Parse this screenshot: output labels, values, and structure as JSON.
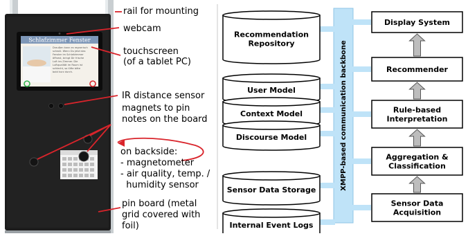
{
  "photo": {
    "screen_title": "Schlafzimmer Fenster",
    "screen_text": [
      "Draußen kann es regnerisch",
      "schwül. Wenn Du jetzt das",
      "Fenster im Schlafzimmer",
      "öffnest, bringt Dir frische",
      "Luft ins Zimmer. Die",
      "Luftqualität im Raum ist",
      "schlecht, so lüfte bitte",
      "bald kurz durch."
    ],
    "labels": {
      "rail": "rail for mounting",
      "webcam": "webcam",
      "touchscreen_1": "touchscreen",
      "touchscreen_2": "(of a tablet PC)",
      "ir": "IR distance sensor",
      "magnets_1": "magnets to pin",
      "magnets_2": "notes on the board",
      "backside_bold": "on backside",
      "backside_colon": ":",
      "backside_1": "- magnetometer",
      "backside_2": "- air quality, temp. /",
      "backside_3": "  humidity sensor",
      "pinboard_1": "pin board (metal",
      "pinboard_2": "grid covered with",
      "pinboard_3": "foil)"
    },
    "colors": {
      "arrow": "#d9242b",
      "board": "#1c1c1c"
    }
  },
  "architecture": {
    "databases": [
      {
        "lines": [
          "Recommendation",
          "Repository"
        ]
      },
      {
        "lines": [
          "User Model"
        ]
      },
      {
        "lines": [
          "Context Model"
        ]
      },
      {
        "lines": [
          "Discourse Model"
        ]
      },
      {
        "lines": [
          "Sensor Data Storage"
        ]
      },
      {
        "lines": [
          "Internal Event Logs"
        ]
      }
    ],
    "backbone_label": "XMPP-based communication backbone",
    "pipeline": [
      {
        "lines": [
          "Display System"
        ]
      },
      {
        "lines": [
          "Recommender"
        ]
      },
      {
        "lines": [
          "Rule-based",
          "Interpretation"
        ]
      },
      {
        "lines": [
          "Aggregation &",
          "Classification"
        ]
      },
      {
        "lines": [
          "Sensor Data",
          "Acquisition"
        ]
      }
    ],
    "colors": {
      "backbone": "#bfe3f8",
      "arrow": "#bdbdbd"
    }
  }
}
